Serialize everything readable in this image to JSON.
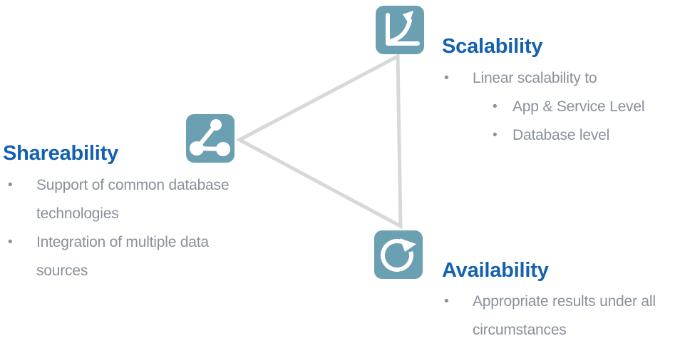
{
  "ui": {
    "bullet_char": "•"
  },
  "colors": {
    "background": "#ffffff",
    "icon_teal": "#6ba0b2",
    "icon_glyph": "#ffffff",
    "title_blue": "#1561ae",
    "body_gray": "#8a919b",
    "connector_gray": "#d8d8d8"
  },
  "diagram": {
    "connector_shape": "triangle",
    "nodes": [
      {
        "id": "scalability",
        "title": "Scalability",
        "icon": "growth-chart-icon",
        "bullets": [
          {
            "level": 1,
            "text": "Linear scalability to"
          },
          {
            "level": 2,
            "text": "App & Service Level"
          },
          {
            "level": 2,
            "text": "Database level"
          }
        ]
      },
      {
        "id": "shareability",
        "title": "Shareability",
        "icon": "share-network-icon",
        "bullets": [
          {
            "level": 1,
            "text": "Support of common database technologies"
          },
          {
            "level": 1,
            "text": "Integration of multiple data sources"
          }
        ]
      },
      {
        "id": "availability",
        "title": "Availability",
        "icon": "refresh-circle-icon",
        "bullets": [
          {
            "level": 1,
            "text": "Appropriate results under all circumstances"
          }
        ]
      }
    ]
  }
}
